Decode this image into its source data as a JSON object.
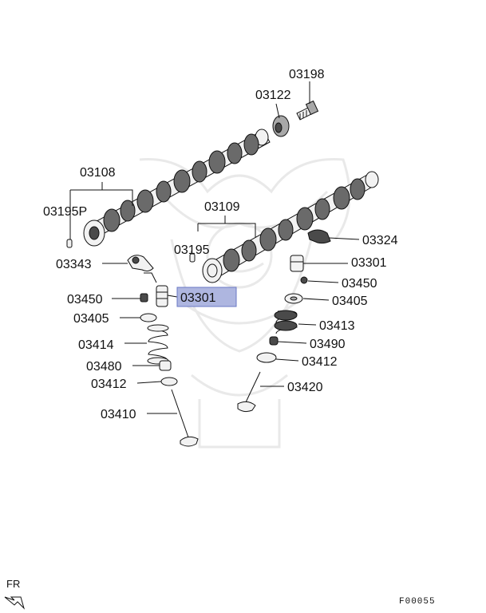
{
  "labels": {
    "p03198": "03198",
    "p03122": "03122",
    "p03108": "03108",
    "p03195P": "03195P",
    "p03109": "03109",
    "p03324": "03324",
    "p03343": "03343",
    "p03195": "03195",
    "p03301_right": "03301",
    "p03301_left": "03301",
    "p03450_right": "03450",
    "p03450_left": "03450",
    "p03405_right": "03405",
    "p03405_left": "03405",
    "p03413": "03413",
    "p03414": "03414",
    "p03490": "03490",
    "p03480": "03480",
    "p03412_right": "03412",
    "p03412_left": "03412",
    "p03420": "03420",
    "p03410": "03410"
  },
  "highlight_color": "#aeb6e0",
  "footer": {
    "direction": "FR",
    "figure_code": "F00055"
  }
}
